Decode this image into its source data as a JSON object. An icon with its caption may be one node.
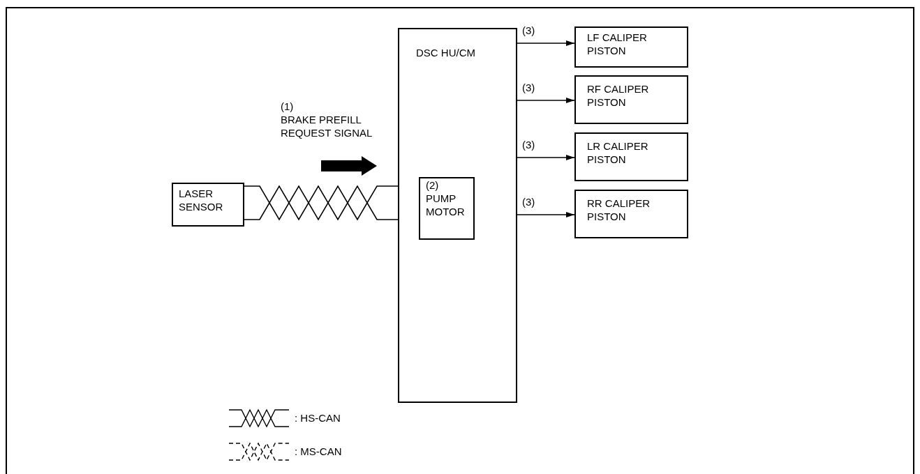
{
  "diagram": {
    "nodes": [
      {
        "text": [
          "LASER SENSOR"
        ]
      },
      {
        "text": [
          "DSC HU/CM"
        ]
      },
      {
        "text": [
          "(2)",
          "PUMP MOTOR"
        ],
        "in": 1
      },
      {
        "text": [
          "LF CALIPER PISTON"
        ]
      },
      {
        "text": [
          "RF CALIPER PISTON"
        ]
      },
      {
        "text": [
          "LR CALIPER PISTON"
        ]
      },
      {
        "text": [
          "RR CALIPER PISTON"
        ]
      }
    ],
    "edges": [
      {
        "from": 0,
        "to": 1,
        "arrow": "none"
      },
      {
        "from": 1,
        "to": 3,
        "arrow": "to",
        "label": "(3)"
      },
      {
        "from": 1,
        "to": 4,
        "arrow": "to",
        "label": "(3)"
      },
      {
        "from": 1,
        "to": 5,
        "arrow": "to",
        "label": "(3)"
      },
      {
        "from": 1,
        "to": 6,
        "arrow": "to",
        "label": "(3)"
      }
    ],
    "labels": [
      "(1)",
      "BRAKE PREFILL REQUEST SIGNAL"
    ],
    "legend": [
      {
        "text": ": HS-CAN"
      },
      {
        "text": ": MS-CAN"
      }
    ]
  }
}
